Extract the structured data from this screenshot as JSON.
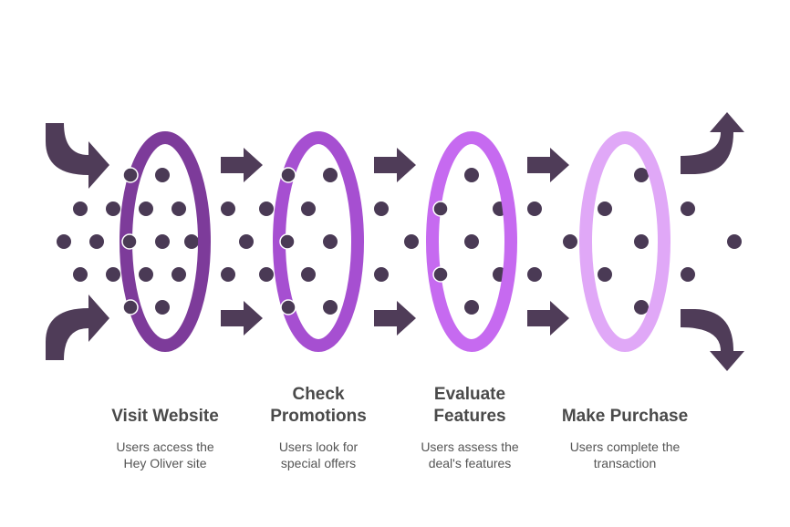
{
  "colors": {
    "dot": "#4a3a55",
    "arrow": "#4f3c58",
    "ring_stroke": "#ffffff",
    "rings": [
      "#7d3b9a",
      "#a64fd1",
      "#c66af0",
      "#e0a8f7"
    ]
  },
  "icons": {
    "side_arrows": "curved-arrow-icon",
    "between_arrows": "chevron-arrow-icon"
  },
  "stages": [
    {
      "id": "visit-website",
      "title_lines": [
        "Visit Website"
      ],
      "desc_lines": [
        "Users access the",
        "Hey Oliver site"
      ]
    },
    {
      "id": "check-promotions",
      "title_lines": [
        "Check",
        "Promotions"
      ],
      "desc_lines": [
        "Users look for",
        "special offers"
      ]
    },
    {
      "id": "evaluate-features",
      "title_lines": [
        "Evaluate",
        "Features"
      ],
      "desc_lines": [
        "Users assess the",
        "deal's features"
      ]
    },
    {
      "id": "make-purchase",
      "title_lines": [
        "Make Purchase"
      ],
      "desc_lines": [
        "Users complete the",
        "transaction"
      ]
    }
  ]
}
